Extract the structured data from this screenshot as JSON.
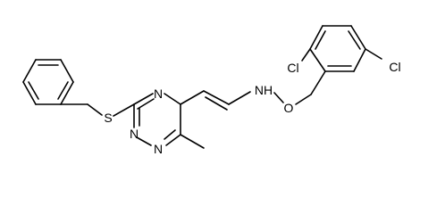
{
  "molecule": {
    "atom_labels": {
      "sulfur": "S",
      "triazine_n4": "N",
      "triazine_n2": "N",
      "triazine_n1": "N",
      "amine": "NH",
      "oxygen": "O",
      "chlorine_left": "Cl",
      "chlorine_right": "Cl"
    }
  },
  "colors": {
    "bond": "#000000",
    "background": "#ffffff"
  }
}
